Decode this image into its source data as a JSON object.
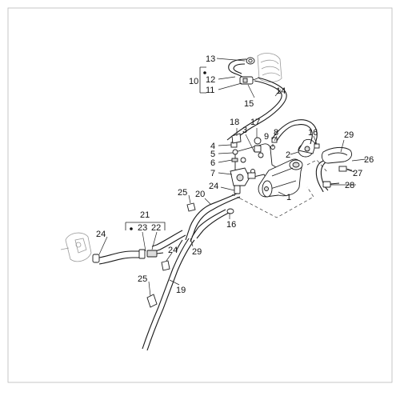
{
  "diagram": {
    "labels": {
      "c1": "1",
      "c2": "2",
      "c3": "3",
      "c4": "4",
      "c5": "5",
      "c6": "6",
      "c7": "7",
      "c8": "8",
      "c9": "9",
      "c10": "10",
      "c11": "11",
      "c12": "12",
      "c13": "13",
      "c14": "14",
      "c15": "15",
      "c16a": "16",
      "c16b": "16",
      "c17": "17",
      "c18": "18",
      "c19": "19",
      "c20": "20",
      "c21": "21",
      "c22": "22",
      "c23": "23",
      "c24a": "24",
      "c24b": "24",
      "c24c": "24",
      "c25a": "25",
      "c25b": "25",
      "c26": "26",
      "c27": "27",
      "c28": "28",
      "c29a": "29",
      "c29b": "29"
    }
  }
}
